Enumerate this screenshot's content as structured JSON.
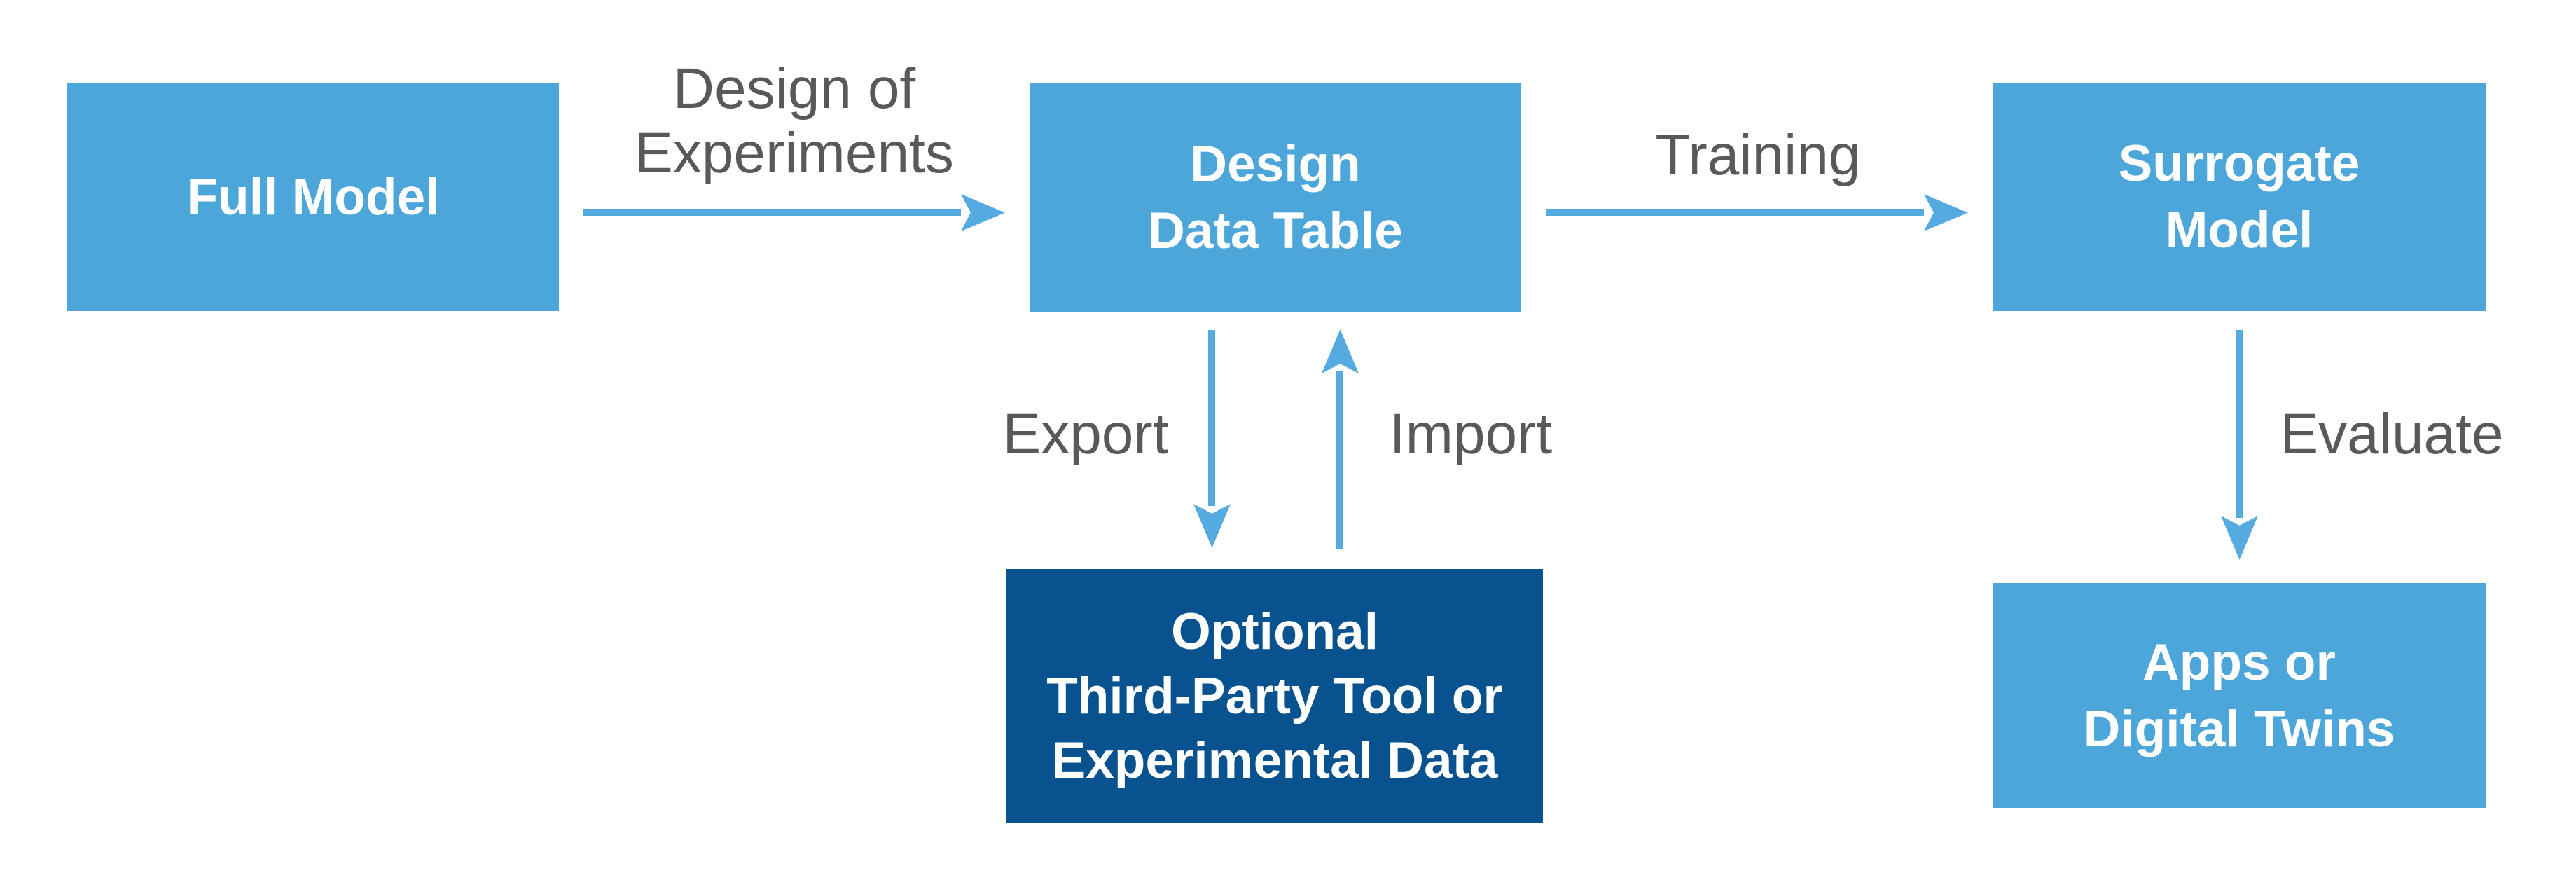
{
  "title": "Surrogate model workflow diagram",
  "colors": {
    "box_blue": "#4CA6DA",
    "box_dark_blue": "#07528F",
    "arrow_blue": "#55ABDF",
    "label_gray": "#58595B",
    "box_text": "#FFFFFF",
    "background": "#FFFFFF"
  },
  "nodes": {
    "full_model": {
      "line1": "Full Model"
    },
    "design_data_table": {
      "line1": "Design",
      "line2": "Data Table"
    },
    "surrogate_model": {
      "line1": "Surrogate",
      "line2": "Model"
    },
    "third_party": {
      "line1": "Optional",
      "line2": "Third-Party Tool or",
      "line3": "Experimental Data"
    },
    "apps": {
      "line1": "Apps or",
      "line2": "Digital Twins"
    }
  },
  "edge_labels": {
    "design_of_experiments_line1": "Design of",
    "design_of_experiments_line2": "Experiments",
    "training": "Training",
    "export": "Export",
    "import": "Import",
    "evaluate": "Evaluate"
  }
}
